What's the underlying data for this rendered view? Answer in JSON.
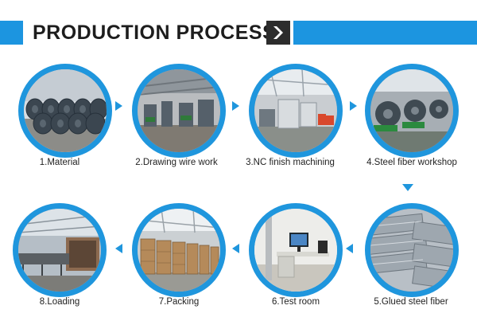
{
  "banner": {
    "title": "PRODUCTION PROCESS"
  },
  "steps": [
    {
      "label": "1.Material"
    },
    {
      "label": "2.Drawing wire work"
    },
    {
      "label": "3.NC finish machining"
    },
    {
      "label": "4.Steel fiber workshop"
    },
    {
      "label": "5.Glued steel fiber"
    },
    {
      "label": "6.Test room"
    },
    {
      "label": "7.Packing"
    },
    {
      "label": "8.Loading"
    }
  ],
  "colors": {
    "accent": "#1f96dd",
    "banner_bar": "#1c95e0",
    "chevron_box": "#2c2c2c",
    "text": "#222222"
  },
  "icons": {
    "banner_arrow": "chevron-right-icon",
    "flow_arrow": "triangle-arrow-icon"
  }
}
